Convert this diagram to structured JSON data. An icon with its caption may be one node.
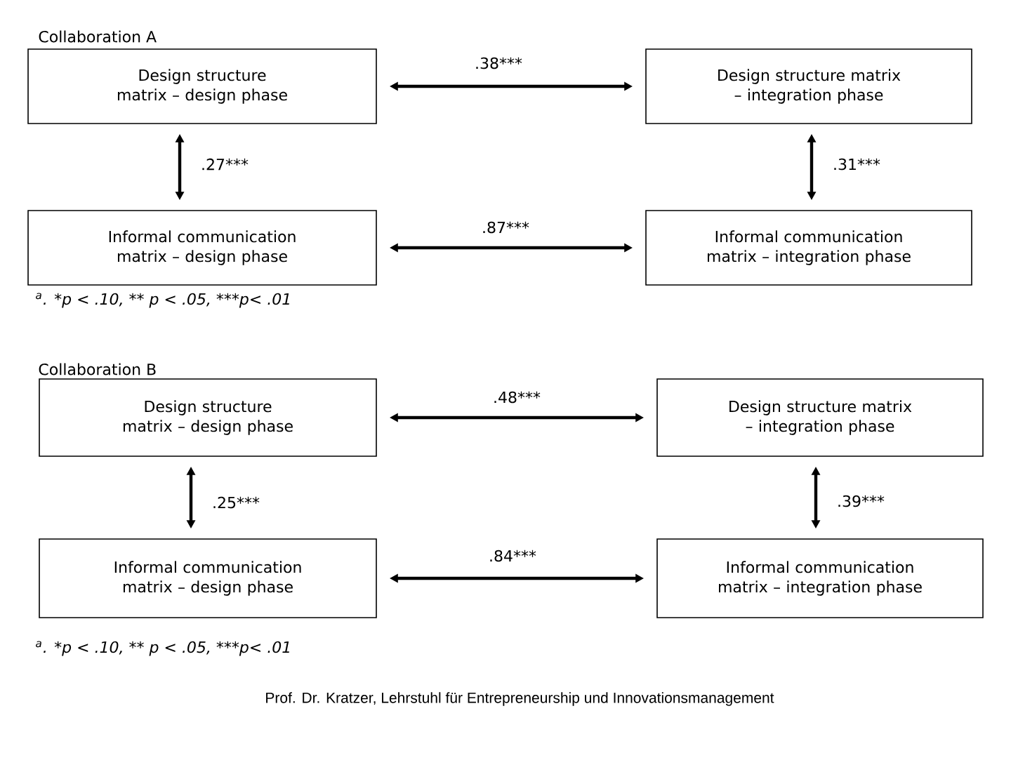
{
  "diagram": {
    "nodes": [
      {
        "text": [
          "Design structure matrix – design phase"
        ]
      },
      {
        "text": [
          "Design structure matrix – integration phase"
        ]
      },
      {
        "text": [
          "Informal communication matrix – design phase"
        ]
      },
      {
        "text": [
          "Informal communication matrix – integration phase"
        ]
      },
      {
        "text": [
          "Design structure matrix – design phase"
        ]
      },
      {
        "text": [
          "Design structure matrix – integration phase"
        ]
      },
      {
        "text": [
          "Informal communication matrix – design phase"
        ]
      },
      {
        "text": [
          "Informal communication matrix – integration phase"
        ]
      }
    ],
    "edges": [
      {
        "from": 0,
        "to": 1,
        "arrow": "both",
        "label": ".38***"
      },
      {
        "from": 0,
        "to": 2,
        "arrow": "both",
        "label": ".27***"
      },
      {
        "from": 1,
        "to": 3,
        "arrow": "both",
        "label": ".31***"
      },
      {
        "from": 2,
        "to": 3,
        "arrow": "both",
        "label": ".87***"
      },
      {
        "from": 4,
        "to": 5,
        "arrow": "both",
        "label": ".48***"
      },
      {
        "from": 4,
        "to": 6,
        "arrow": "both",
        "label": ".25***"
      },
      {
        "from": 5,
        "to": 7,
        "arrow": "both",
        "label": ".39***"
      },
      {
        "from": 6,
        "to": 7,
        "arrow": "both",
        "label": ".84***"
      }
    ],
    "labels": [
      "Collaboration A",
      "$^{a}$. *p < .10, ** p < .05, ***p< .01",
      "Collaboration B",
      "$^{a}$. *p < .10, ** p < .05, ***p< .01",
      "Prof. Dr. Kratzer, Lehrstuhl für Entrepreneurship und Innovationsmanagement"
    ]
  }
}
